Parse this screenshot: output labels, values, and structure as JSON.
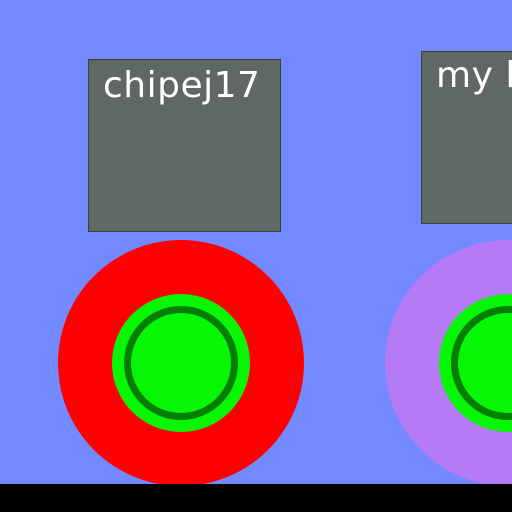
{
  "colors": {
    "background": "#7389ff",
    "card": "#5f6862",
    "card_text": "#ffffff",
    "floor": "#000000",
    "player1_outer": "#ff0000",
    "player2_outer": "#b57af5",
    "token_inner": "#06f606",
    "token_ring": "#067e06"
  },
  "players": [
    {
      "name": "chipej17",
      "outer_icon": "red-disc",
      "token_icon": "green-button-token"
    },
    {
      "name": "my l",
      "outer_icon": "purple-disc",
      "token_icon": "green-button-token"
    }
  ]
}
